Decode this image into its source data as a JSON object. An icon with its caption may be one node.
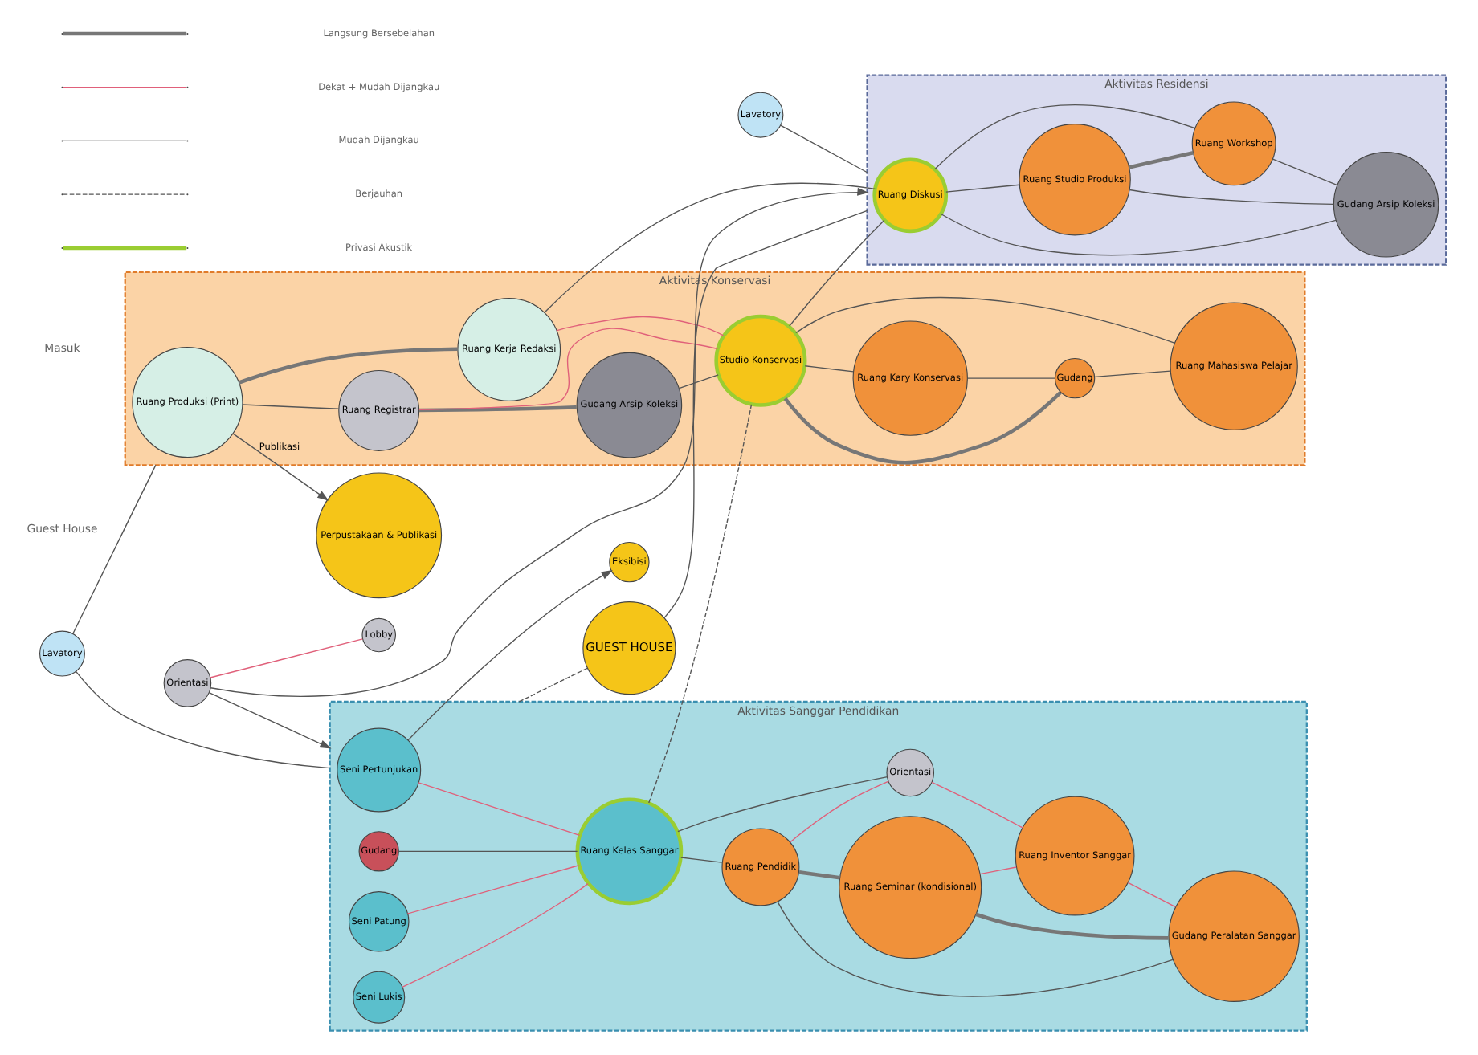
{
  "diagram": {
    "nodes": [
      {
        "text": [
          "Aktivitas Sanggar Pendidikan"
        ]
      },
      {
        "text": [
          "Perpustakaan & Publikasi"
        ]
      },
      {
        "text": [
          "Eksibisi"
        ]
      },
      {
        "text": [
          "Lavatory"
        ]
      },
      {
        "text": [
          "Aktivitas Konservasi"
        ]
      },
      {
        "text": [
          "Ruang Produksi (Print)"
        ],
        "in": 4
      },
      {
        "text": [
          "Gudang Arsip Koleksi"
        ],
        "in": 4
      },
      {
        "text": [
          "Ruang Registrar"
        ],
        "in": 4
      },
      {
        "text": [
          "Ruang Kerja Redaksi"
        ],
        "in": 4
      },
      {
        "text": [
          "Studio Konservasi"
        ],
        "in": 4
      },
      {
        "text": [
          "Ruang Kary Konservasi"
        ],
        "in": 4
      },
      {
        "text": [
          "Gudang"
        ],
        "in": 4
      },
      {
        "text": [
          "Ruang Mahasiswa Pelajar"
        ],
        "in": 4
      },
      {
        "text": [
          "Seni Pertunjukan"
        ],
        "in": 0
      },
      {
        "text": [
          "Seni Patung"
        ],
        "in": 0
      },
      {
        "text": [
          "Seni Lukis"
        ],
        "in": 0
      },
      {
        "text": [
          "Gudang"
        ],
        "in": 0
      },
      {
        "text": [
          "Ruang Kelas Sanggar"
        ],
        "in": 0
      },
      {
        "text": [
          "Ruang Pendidik"
        ],
        "in": 0
      },
      {
        "text": [
          "Orientasi"
        ],
        "in": 0
      },
      {
        "text": [
          "Ruang Seminar (kondisional)"
        ],
        "in": 0
      },
      {
        "text": [
          "Ruang Inventor Sanggar"
        ],
        "in": 0
      },
      {
        "text": [
          "Gudang Peralatan Sanggar"
        ],
        "in": 0
      },
      {
        "text": [
          "Orientasi"
        ]
      },
      {
        "text": [
          "Aktivitas Residensi"
        ]
      },
      {
        "text": [
          "Ruang Diskusi"
        ],
        "in": 24
      },
      {
        "text": [
          "Ruang Studio Produksi"
        ],
        "in": 24
      },
      {
        "text": [
          "Ruang Workshop"
        ],
        "in": 24
      },
      {
        "text": [
          "Gudang Arsip Koleksi"
        ],
        "in": 24
      },
      {
        "text": [
          "GUEST HOUSE"
        ]
      },
      {
        "text": [
          "Lobby"
        ]
      },
      {
        "text": [
          "Lavatory"
        ]
      }
    ],
    "edges": [
      {
        "from": 5,
        "to": 1,
        "arrow": "to",
        "label": "Publikasi"
      },
      {
        "from": 13,
        "to": 2,
        "arrow": "to"
      },
      {
        "from": 3,
        "to": 0,
        "arrow": "none"
      },
      {
        "from": 3,
        "to": 4,
        "arrow": "none"
      },
      {
        "from": 5,
        "to": 7,
        "arrow": "none"
      },
      {
        "from": 7,
        "to": 6,
        "arrow": "none",
        "style": "thick"
      },
      {
        "from": 5,
        "to": 8,
        "arrow": "none",
        "style": "thick"
      },
      {
        "from": 7,
        "to": 9,
        "arrow": "none",
        "color": "#e0607a"
      },
      {
        "from": 8,
        "to": 9,
        "arrow": "none",
        "color": "#e0607a"
      },
      {
        "from": 6,
        "to": 9,
        "arrow": "none"
      },
      {
        "from": 9,
        "to": 10,
        "arrow": "none"
      },
      {
        "from": 9,
        "to": 11,
        "arrow": "none",
        "style": "thick"
      },
      {
        "from": 9,
        "to": 12,
        "arrow": "none"
      },
      {
        "from": 10,
        "to": 11,
        "arrow": "none"
      },
      {
        "from": 11,
        "to": 12,
        "arrow": "none"
      },
      {
        "from": 8,
        "to": 25,
        "arrow": "none"
      },
      {
        "from": 9,
        "to": 25,
        "arrow": "none"
      },
      {
        "from": 13,
        "to": 17,
        "arrow": "none",
        "color": "#e0607a"
      },
      {
        "from": 14,
        "to": 17,
        "arrow": "none",
        "color": "#e0607a"
      },
      {
        "from": 15,
        "to": 17,
        "arrow": "none",
        "color": "#e0607a"
      },
      {
        "from": 16,
        "to": 17,
        "arrow": "none"
      },
      {
        "from": 17,
        "to": 18,
        "arrow": "none"
      },
      {
        "from": 17,
        "to": 19,
        "arrow": "none"
      },
      {
        "from": 18,
        "to": 19,
        "arrow": "none",
        "color": "#e0607a"
      },
      {
        "from": 18,
        "to": 20,
        "arrow": "none",
        "style": "thick"
      },
      {
        "from": 18,
        "to": 22,
        "arrow": "none"
      },
      {
        "from": 20,
        "to": 21,
        "arrow": "none",
        "color": "#e0607a"
      },
      {
        "from": 20,
        "to": 22,
        "arrow": "none",
        "style": "thick"
      },
      {
        "from": 19,
        "to": 21,
        "arrow": "none",
        "color": "#e0607a"
      },
      {
        "from": 21,
        "to": 22,
        "arrow": "none",
        "color": "#e0607a"
      },
      {
        "from": 17,
        "to": 9,
        "arrow": "none",
        "style": "dashed"
      },
      {
        "from": 23,
        "to": 0,
        "arrow": "to"
      },
      {
        "from": 23,
        "to": 24,
        "arrow": "to"
      },
      {
        "from": 23,
        "to": 30,
        "arrow": "none",
        "color": "#e0607a"
      },
      {
        "from": 25,
        "to": 26,
        "arrow": "none"
      },
      {
        "from": 25,
        "to": 27,
        "arrow": "none"
      },
      {
        "from": 25,
        "to": 28,
        "arrow": "none"
      },
      {
        "from": 26,
        "to": 27,
        "arrow": "none",
        "style": "thick"
      },
      {
        "from": 26,
        "to": 28,
        "arrow": "none"
      },
      {
        "from": 27,
        "to": 28,
        "arrow": "none"
      },
      {
        "from": 29,
        "to": 24,
        "arrow": "none"
      },
      {
        "from": 31,
        "to": 24,
        "arrow": "none"
      },
      {
        "from": 0,
        "to": 29,
        "arrow": "none",
        "style": "dashed"
      }
    ],
    "labels": [
      "Guest House",
      "Masuk"
    ],
    "legend": [
      {
        "text": "Langsung Bersebelahan"
      },
      {
        "text": "Dekat + Mudah Dijangkau"
      },
      {
        "text": "Mudah Dijangkau"
      },
      {
        "text": "Berjauhan"
      },
      {
        "text": "Privasi Akustik"
      }
    ]
  }
}
